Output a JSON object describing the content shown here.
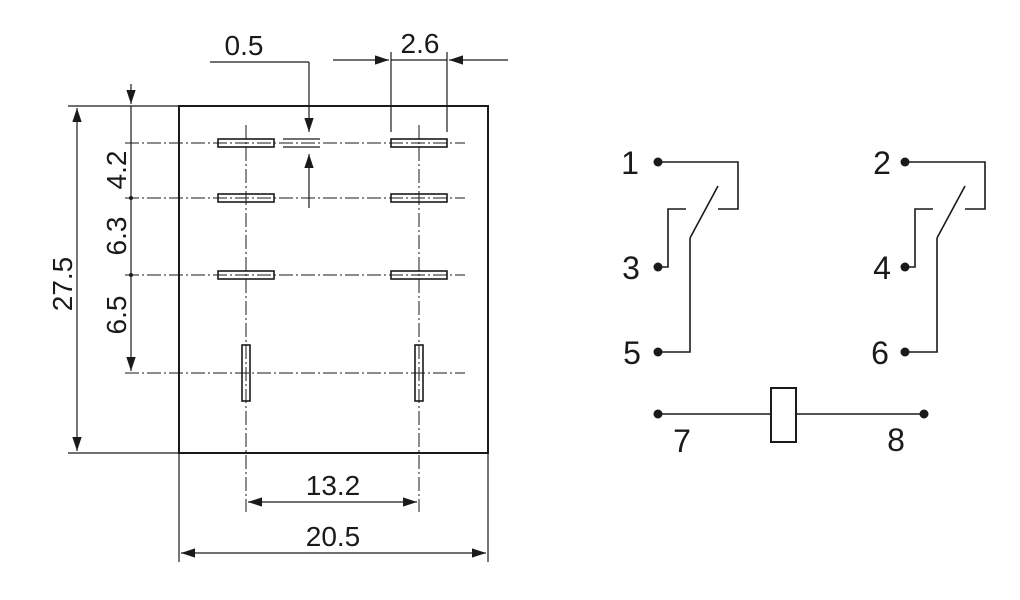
{
  "dimensions": {
    "width_outer": "20.5",
    "width_pins": "13.2",
    "height_outer": "27.5",
    "pin_width": "0.5",
    "pin_spacing_x": "2.6",
    "gap_1": "4.2",
    "gap_2": "6.3",
    "gap_3": "6.5"
  },
  "schematic": {
    "pins": [
      "1",
      "2",
      "3",
      "4",
      "5",
      "6",
      "7",
      "8"
    ]
  }
}
